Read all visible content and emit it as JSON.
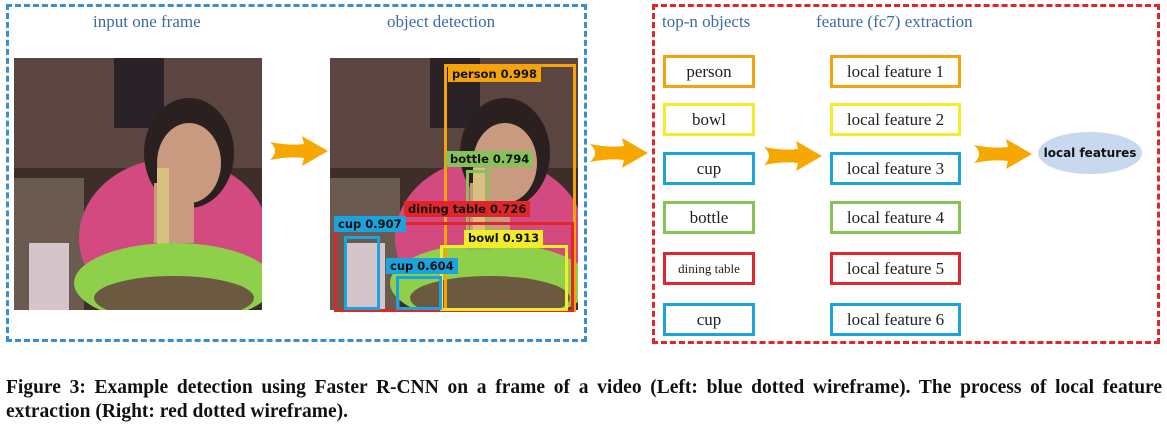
{
  "left_panel": {
    "heading_input": "input one frame",
    "heading_detection": "object detection",
    "detections": [
      {
        "label": "person 0.998",
        "color": "#f4a30b"
      },
      {
        "label": "bottle 0.794",
        "color": "#86c257"
      },
      {
        "label": "dining table 0.726",
        "color": "#e0262a"
      },
      {
        "label": "cup 0.907",
        "color": "#1aa3dc"
      },
      {
        "label": "bowl 0.913",
        "color": "#f2ec2a"
      },
      {
        "label": "cup 0.604",
        "color": "#1aa3dc"
      }
    ]
  },
  "right_panel": {
    "heading_objects": "top-n objects",
    "heading_features": "feature (fc7) extraction",
    "objects": [
      {
        "label": "person",
        "color": "#f4a30b"
      },
      {
        "label": "bowl",
        "color": "#f2ec2a"
      },
      {
        "label": "cup",
        "color": "#1aa3dc"
      },
      {
        "label": "bottle",
        "color": "#86c257"
      },
      {
        "label": "dining table",
        "color": "#e0262a"
      },
      {
        "label": "cup",
        "color": "#1aa3dc"
      }
    ],
    "features": [
      {
        "label": "local feature 1",
        "color": "#f4a30b"
      },
      {
        "label": "local feature 2",
        "color": "#f2ec2a"
      },
      {
        "label": "local feature 3",
        "color": "#1aa3dc"
      },
      {
        "label": "local feature 4",
        "color": "#86c257"
      },
      {
        "label": "local feature 5",
        "color": "#e0262a"
      },
      {
        "label": "local feature 6",
        "color": "#1aa3dc"
      }
    ],
    "output": "local features"
  },
  "caption": {
    "text": "Figure 3: Example detection using Faster R-CNN on a frame of a video (Left: blue dotted wireframe). The process of local feature extraction (Right: red dotted wireframe)."
  },
  "colors": {
    "left_frame": "#3a8fd1",
    "right_frame": "#e0262a",
    "arrow": "#f6a800",
    "ellipse_fill": "#c8d8ef"
  },
  "icons": [
    "arrow-right-icon"
  ]
}
